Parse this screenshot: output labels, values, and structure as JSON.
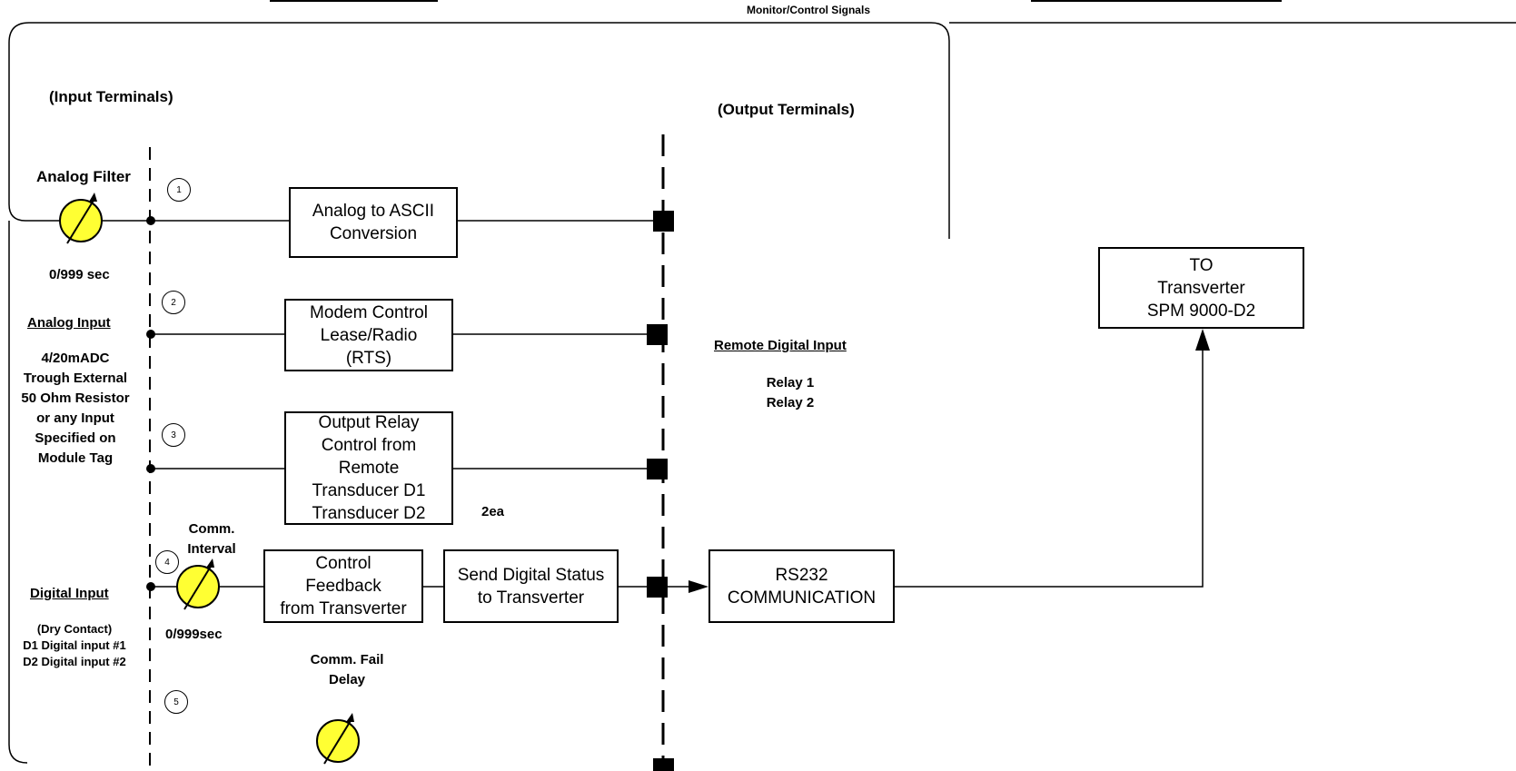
{
  "header": {
    "monitor_control": "Monitor/Control Signals"
  },
  "left": {
    "input_terminals": "(Input Terminals)",
    "analog_filter": "Analog Filter",
    "analog_filter_range": "0/999 sec",
    "analog_input": "Analog Input",
    "analog_input_desc": "4/20mADC\nTrough External\n50 Ohm Resistor\nor any Input\nSpecified on\nModule Tag",
    "digital_input": "Digital Input",
    "digital_input_desc": "(Dry Contact)\nD1 Digital input #1\nD2 Digital input #2",
    "comm_interval": "Comm.\nInterval",
    "comm_interval_range": "0/999sec",
    "comm_fail_delay": "Comm. Fail\nDelay"
  },
  "terminals": [
    "1",
    "2",
    "3",
    "4",
    "5"
  ],
  "boxes": {
    "analog_ascii": "Analog to ASCII\nConversion",
    "modem_control": "Modem Control\nLease/Radio\n(RTS)",
    "output_relay": "Output Relay\nControl from\nRemote\nTransducer D1\nTransducer D2",
    "control_feedback": "Control\nFeedback\nfrom Transverter",
    "send_digital": "Send Digital Status\nto Transverter",
    "rs232": "RS232\nCOMMUNICATION",
    "to_transverter": "TO\nTransverter\nSPM 9000-D2"
  },
  "right": {
    "output_terminals": "(Output Terminals)",
    "remote_digital_input": "Remote Digital Input",
    "relays": "Relay 1\nRelay 2",
    "two_ea": "2ea"
  },
  "colors": {
    "knob_fill": "#ffff33",
    "line": "#000000"
  }
}
